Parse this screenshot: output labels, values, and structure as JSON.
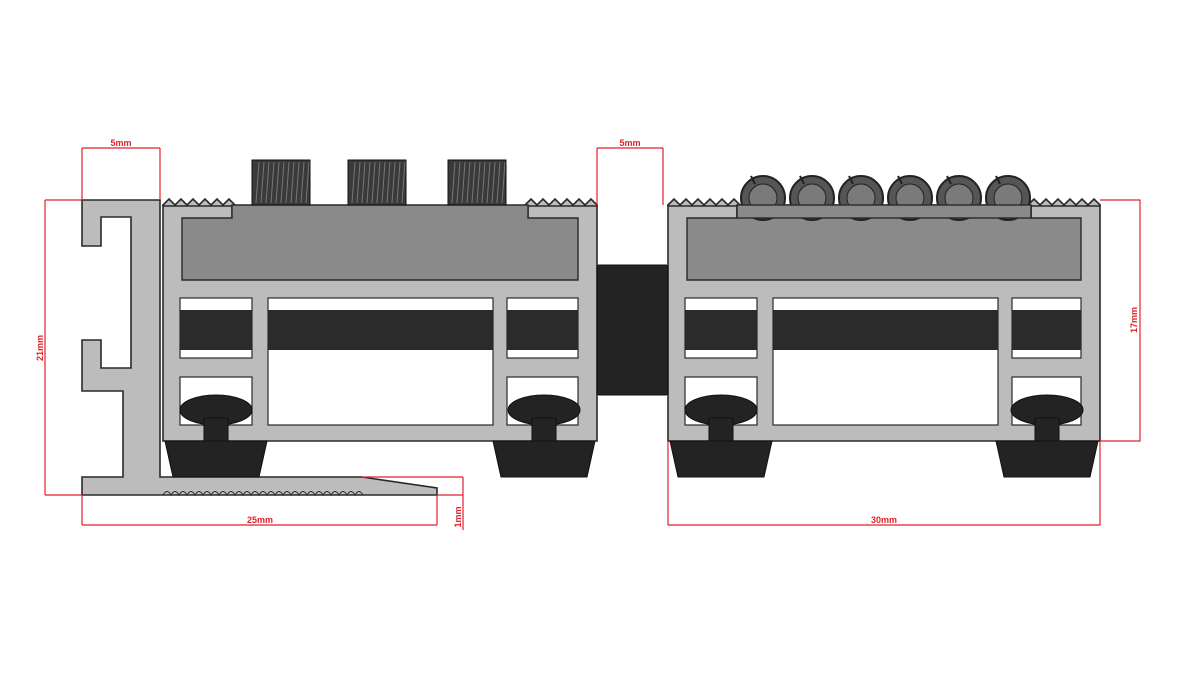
{
  "dimensions": {
    "end_profile_width": "5mm",
    "gap_width": "5mm",
    "total_height": "21mm",
    "module_height": "17mm",
    "ramp_length": "25mm",
    "ramp_thickness": "1mm",
    "module_width": "30mm"
  },
  "colors": {
    "aluminium": "#bcbcbc",
    "insert": "#8a8a8a",
    "rubber": "#232323",
    "dimension_lines": "#e0222a"
  },
  "modules": [
    {
      "insert_type": "brush-tufts",
      "tufts": 3
    },
    {
      "insert_type": "coil-brush",
      "coils": 6
    }
  ]
}
